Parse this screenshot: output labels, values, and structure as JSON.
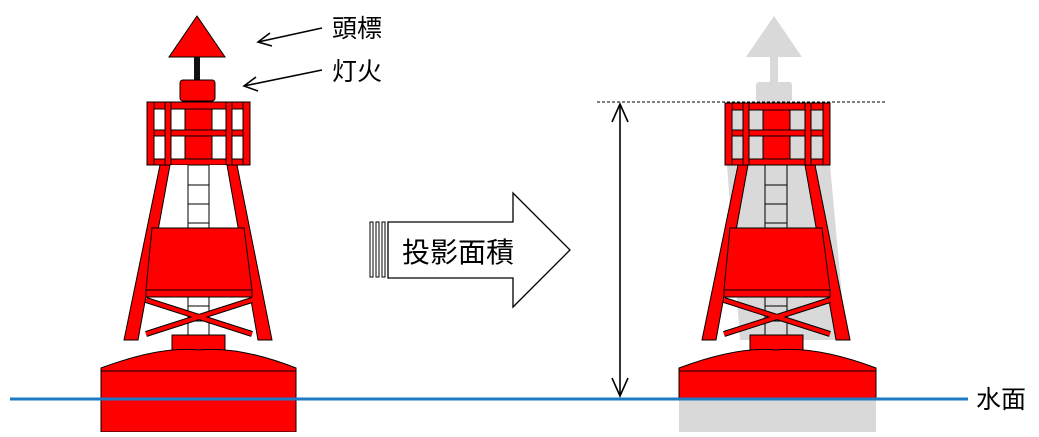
{
  "labels": {
    "topmark": "頭標",
    "light": "灯火",
    "arrow": "投影面積",
    "water": "水面"
  },
  "colors": {
    "buoy_red": "#ff0000",
    "outline": "#000000",
    "projection_gray": "#d9d9d9",
    "water_line": "#1f7ac4",
    "background": "#ffffff"
  }
}
